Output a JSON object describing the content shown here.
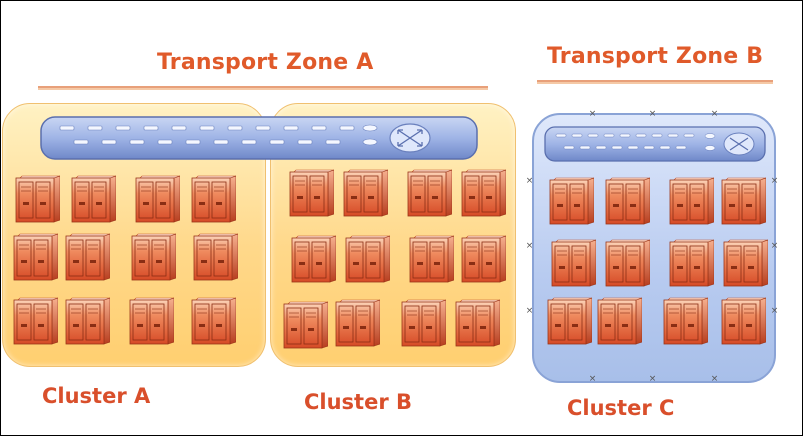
{
  "zones": {
    "a_title": "Transport Zone A",
    "b_title": "Transport Zone B"
  },
  "clusters": {
    "a_label": "Cluster A",
    "b_label": "Cluster B",
    "c_label": "Cluster C"
  },
  "colors": {
    "title": "#e05a2a",
    "yellow_cluster": "#ffd88a",
    "blue_cluster": "#b8cbf0",
    "server": "#e8603a",
    "switch": "#9fb4e6"
  },
  "icons": [
    "switch-icon",
    "server-rack-icon"
  ]
}
